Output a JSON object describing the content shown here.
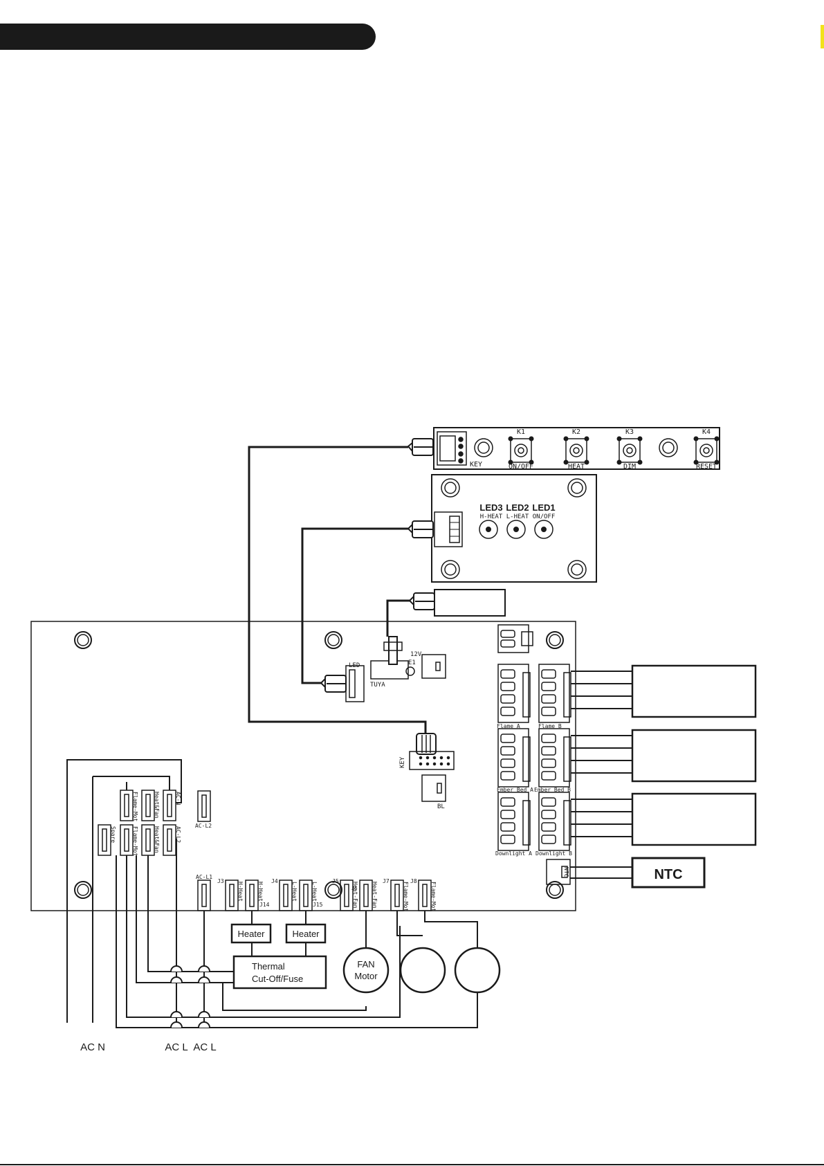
{
  "colors": {
    "ink": "#1a1a1a",
    "header_bar": "#1a1a1a",
    "accent_mark": "#f2e21a",
    "paper": "#ffffff"
  },
  "key_board": {
    "key_connector": "KEY",
    "buttons": [
      {
        "ref": "K1",
        "label": "ON/OFF"
      },
      {
        "ref": "K2",
        "label": "HEAT"
      },
      {
        "ref": "K3",
        "label": "DIM"
      },
      {
        "ref": "K4",
        "label": "RESET"
      }
    ]
  },
  "led_board": {
    "leds": [
      {
        "ref": "LED3",
        "label": "H-HEAT"
      },
      {
        "ref": "LED2",
        "label": "L-HEAT"
      },
      {
        "ref": "LED1",
        "label": "ON/OFF"
      }
    ]
  },
  "main_board": {
    "led_connector": "LED",
    "tuya_connector": "TUYA",
    "e1": "E1",
    "v12": "12V",
    "key_connector": "KEY",
    "bl_connector": "BL",
    "right_connectors": [
      "Flame A",
      "Flame B",
      "Ember Bed A",
      "Ember Bed B",
      "Downlight A",
      "Downlight B"
    ],
    "ntc_connector": "NTC",
    "left_terminals": [
      "AC-N",
      "Heat&Fan",
      "Flame-Mot",
      "Spare",
      "Flame-Mot",
      "Heat&Fan",
      "AC-L2",
      "AC-L2"
    ],
    "bottom_terminals": [
      "AC-L1",
      "J3",
      "H-Heat",
      "H-Heat",
      "J14",
      "J4",
      "L-Heat",
      "L-Heat",
      "J15",
      "J5",
      "Heat-Fan",
      "J6",
      "Heat-Fan",
      "J7",
      "Flame-Mot",
      "J8",
      "Flame-Mot"
    ]
  },
  "components": {
    "heater_1": "Heater",
    "heater_2": "Heater",
    "thermal_line1": "Thermal",
    "thermal_line2": "Cut-Off/Fuse",
    "fan_line1": "FAN",
    "fan_line2": "Motor",
    "ntc": "NTC"
  },
  "terminals": {
    "ac_n": "AC N",
    "ac_l1": "AC L",
    "ac_l2": "AC L"
  }
}
